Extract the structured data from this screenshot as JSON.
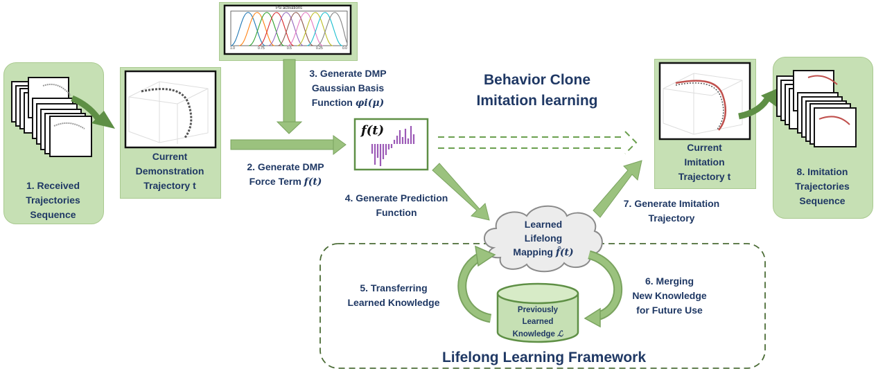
{
  "steps": {
    "s1": [
      "1. Received",
      "Trajectories",
      "Sequence"
    ],
    "current_demo": [
      "Current",
      "Demonstration",
      "Trajectory t"
    ],
    "s2": [
      "2. Generate DMP",
      "Force Term"
    ],
    "s3": [
      "3. Generate DMP",
      "Gaussian Basis",
      "Function"
    ],
    "s4": [
      "4. Generate Prediction",
      "Function"
    ],
    "s5": [
      "5. Transferring",
      "Learned Knowledge"
    ],
    "s6": [
      "6. Merging",
      "New Knowledge",
      "for Future Use"
    ],
    "s7": [
      "7. Generate Imitation",
      "Trajectory"
    ],
    "current_imit": [
      "Current",
      "Imitation",
      "Trajectory t"
    ],
    "s8": [
      "8. Imitation",
      "Trajectories",
      "Sequence"
    ]
  },
  "math": {
    "force_term": "f(t)",
    "basis": "φi(μ)",
    "learned_mapping": "f̂(t)",
    "knowledge": "ℒ"
  },
  "cloud": [
    "Learned",
    "Lifelong",
    "Mapping"
  ],
  "database": [
    "Previously",
    "Learned",
    "Knowledge"
  ],
  "titles": {
    "behavior_clone": [
      "Behavior Clone",
      "Imitation learning"
    ],
    "framework": "Lifelong Learning Framework"
  },
  "psi_plot": {
    "title": "Psi activations",
    "ticks": [
      "1.0",
      "0.75",
      "0.5",
      "0.25",
      "0.0"
    ]
  },
  "colors": {
    "panel": "#c6e0b4",
    "arrow": "#9bc27e",
    "arrow_dark": "#5e8f45",
    "text": "#1f3864",
    "bars": "#9b59b6"
  }
}
